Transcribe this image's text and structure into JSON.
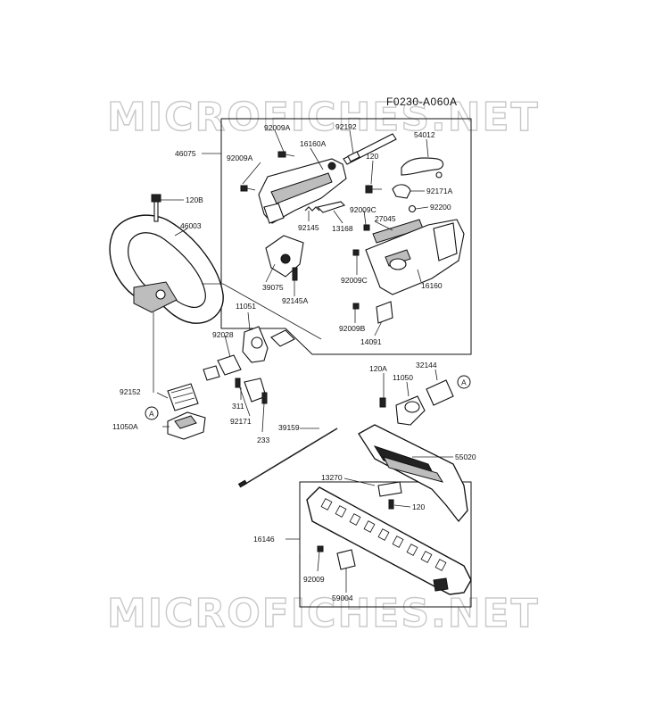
{
  "diagram_code": "F0230-A060A",
  "watermark_text": "MICROFICHES.NET",
  "connector_letter": "A",
  "labels": {
    "p92009A_top": "92009A",
    "p16160A": "16160A",
    "p92192": "92192",
    "p54012": "54012",
    "p46075": "46075",
    "p92009A_left": "92009A",
    "p120_top": "120",
    "p92171A": "92171A",
    "p120B": "120B",
    "p92200": "92200",
    "p46003": "46003",
    "p92009C_a": "92009C",
    "p27045": "27045",
    "p92145": "92145",
    "p13168": "13168",
    "p92009C_b": "92009C",
    "p16160": "16160",
    "p39075": "39075",
    "p92145A": "92145A",
    "p11051": "11051",
    "p92009B": "92009B",
    "p14091": "14091",
    "p92028": "92028",
    "p120A": "120A",
    "p32144": "32144",
    "p11050": "11050",
    "p92152": "92152",
    "p311": "311",
    "p92171": "92171",
    "p11050A": "11050A",
    "p233": "233",
    "p39159": "39159",
    "p55020": "55020",
    "p13270": "13270",
    "p120_bot": "120",
    "p16146": "16146",
    "p92009": "92009",
    "p59004": "59004"
  }
}
